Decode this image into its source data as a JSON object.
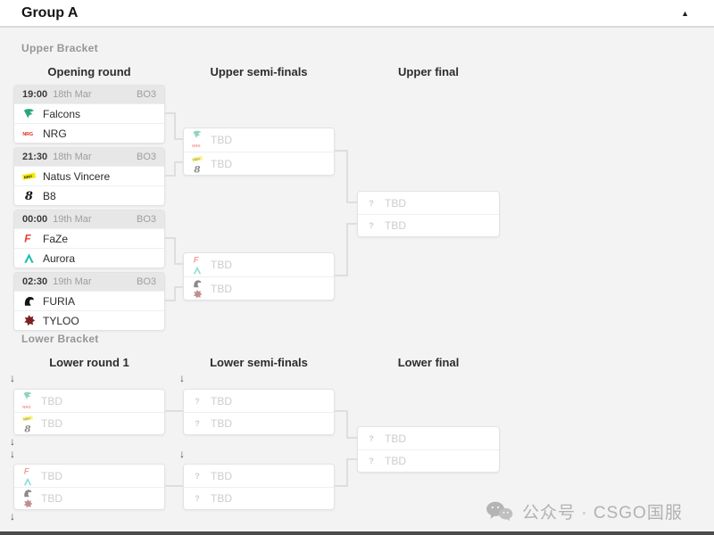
{
  "header": {
    "title": "Group A",
    "collapse_icon": "▲"
  },
  "icons": {
    "drop_arrow": "↓"
  },
  "upper_bracket": {
    "label": "Upper Bracket",
    "columns": [
      "Opening round",
      "Upper semi-finals",
      "Upper final"
    ],
    "matches": [
      {
        "time": "19:00",
        "date": "18th Mar",
        "format": "BO3",
        "teams": [
          {
            "name": "Falcons",
            "logo": "falcons"
          },
          {
            "name": "NRG",
            "logo": "nrg"
          }
        ]
      },
      {
        "time": "21:30",
        "date": "18th Mar",
        "format": "BO3",
        "teams": [
          {
            "name": "Natus Vincere",
            "logo": "navi"
          },
          {
            "name": "B8",
            "logo": "b8"
          }
        ]
      },
      {
        "time": "00:00",
        "date": "19th Mar",
        "format": "BO3",
        "teams": [
          {
            "name": "FaZe",
            "logo": "faze"
          },
          {
            "name": "Aurora",
            "logo": "aurora"
          }
        ]
      },
      {
        "time": "02:30",
        "date": "19th Mar",
        "format": "BO3",
        "teams": [
          {
            "name": "FURIA",
            "logo": "furia"
          },
          {
            "name": "TYLOO",
            "logo": "tyloo"
          }
        ]
      }
    ],
    "semi_finals": [
      {
        "slots": [
          {
            "name": "TBD",
            "logos": [
              "falcons",
              "nrg"
            ]
          },
          {
            "name": "TBD",
            "logos": [
              "navi",
              "b8"
            ]
          }
        ]
      },
      {
        "slots": [
          {
            "name": "TBD",
            "logos": [
              "faze",
              "aurora"
            ]
          },
          {
            "name": "TBD",
            "logos": [
              "furia",
              "tyloo"
            ]
          }
        ]
      }
    ],
    "final": {
      "slots": [
        {
          "name": "TBD",
          "logos": [
            "question"
          ]
        },
        {
          "name": "TBD",
          "logos": [
            "question"
          ]
        }
      ]
    }
  },
  "lower_bracket": {
    "label": "Lower Bracket",
    "columns": [
      "Lower round 1",
      "Lower semi-finals",
      "Lower final"
    ],
    "round1": [
      {
        "slots": [
          {
            "name": "TBD",
            "logos": [
              "falcons",
              "nrg"
            ]
          },
          {
            "name": "TBD",
            "logos": [
              "navi",
              "b8"
            ]
          }
        ]
      },
      {
        "slots": [
          {
            "name": "TBD",
            "logos": [
              "faze",
              "aurora"
            ]
          },
          {
            "name": "TBD",
            "logos": [
              "furia",
              "tyloo"
            ]
          }
        ]
      }
    ],
    "semi_finals": [
      {
        "slots": [
          {
            "name": "TBD",
            "logos": [
              "question"
            ]
          },
          {
            "name": "TBD",
            "logos": [
              "question"
            ]
          }
        ]
      },
      {
        "slots": [
          {
            "name": "TBD",
            "logos": [
              "question"
            ]
          },
          {
            "name": "TBD",
            "logos": [
              "question"
            ]
          }
        ]
      }
    ],
    "final": {
      "slots": [
        {
          "name": "TBD",
          "logos": [
            "question"
          ]
        },
        {
          "name": "TBD",
          "logos": [
            "question"
          ]
        }
      ]
    }
  },
  "watermark": {
    "icon": "wechat-icon",
    "text": "公众号 · CSGO国服"
  },
  "colors": {
    "falcons": "#27a77d",
    "nrg": "#e2231a",
    "navi": "#f5e900",
    "faze": "#e43d30",
    "aurora": "#1bbfae",
    "furia": "#161616",
    "tyloo": "#7e2022",
    "tbd_text": "#cdcdcd",
    "connector": "#dedede",
    "header_bg": "#e7e7e8"
  }
}
